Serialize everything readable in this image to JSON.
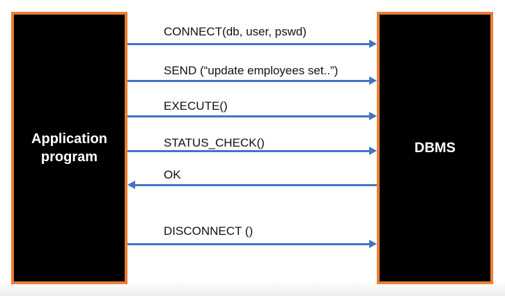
{
  "left_box": {
    "label": "Application\nprogram"
  },
  "right_box": {
    "label": "DBMS"
  },
  "messages": [
    {
      "text": "CONNECT(db, user, pswd)",
      "direction": "right"
    },
    {
      "text": "SEND (“update employees set..”)",
      "direction": "right"
    },
    {
      "text": "EXECUTE()",
      "direction": "right"
    },
    {
      "text": "STATUS_CHECK()",
      "direction": "right"
    },
    {
      "text": "OK",
      "direction": "left"
    },
    {
      "text": "DISCONNECT ()",
      "direction": "right"
    }
  ],
  "colors": {
    "box_fill": "#000000",
    "box_border": "#ed7d31",
    "arrow": "#4472c4",
    "box_text": "#ffffff",
    "label_text": "#111111"
  }
}
